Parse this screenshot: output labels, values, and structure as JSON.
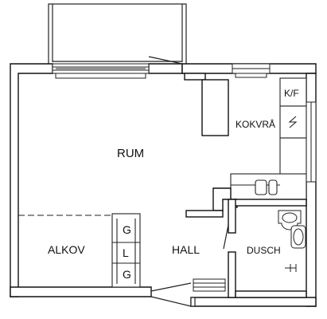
{
  "rooms": {
    "rum": "RUM",
    "kokvra": "KOKVRÅ",
    "kf": "K/F",
    "alkov": "ALKOV",
    "hall": "HALL",
    "dusch": "DUSCH"
  },
  "storage": {
    "g_top": "G",
    "l_mid": "L",
    "g_bottom": "G"
  },
  "colors": {
    "wall": "#111111",
    "line": "#222222",
    "background": "#ffffff"
  }
}
